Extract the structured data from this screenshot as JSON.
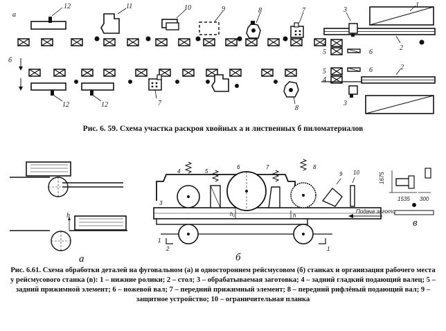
{
  "figure1": {
    "caption": "Рис. 6. 59. Схема участка раскроя хвойных а и лиственных б пиломатериалов",
    "row_a_letter": "а",
    "row_b_letter": "б",
    "row_a_numbers": [
      "12",
      "11",
      "10",
      "9",
      "8",
      "7",
      "3",
      "1",
      "2"
    ],
    "side_numbers": [
      "4",
      "5",
      "6"
    ],
    "row_b_top_numbers": [
      "5",
      "4",
      "6",
      "2"
    ],
    "row_b_bottom_numbers": [
      "12",
      "12",
      "7",
      "8",
      "3"
    ]
  },
  "figure2": {
    "caption": "Рис. 6.61. Схема обработки деталей на фуговальном (а) и одностороннем рейсмусовом (б) станках и организация рабочего места у рейсмусового станка (в): 1 – нижние ролики; 2 – стол; 3 – обрабатываемая заготовка; 4 – задний гладкий подающий валец; 5 – задний прижимной элемент; 6 – ножевой вал; 7 – передний прижимный элемент; 8 – передний рифлёный подающий вал; 9 – защитное устройство; 10 – ограничительная планка",
    "part_a": "а",
    "part_b": "б",
    "part_v": "в",
    "feed_label": "Подача заготовки",
    "dim_labels": [
      "1535",
      "300",
      "1675"
    ],
    "height_labels": [
      "h",
      "h₁",
      "h"
    ],
    "part_numbers": [
      "1",
      "2",
      "3",
      "4",
      "5",
      "6",
      "7",
      "8",
      "9",
      "10",
      "1"
    ]
  }
}
